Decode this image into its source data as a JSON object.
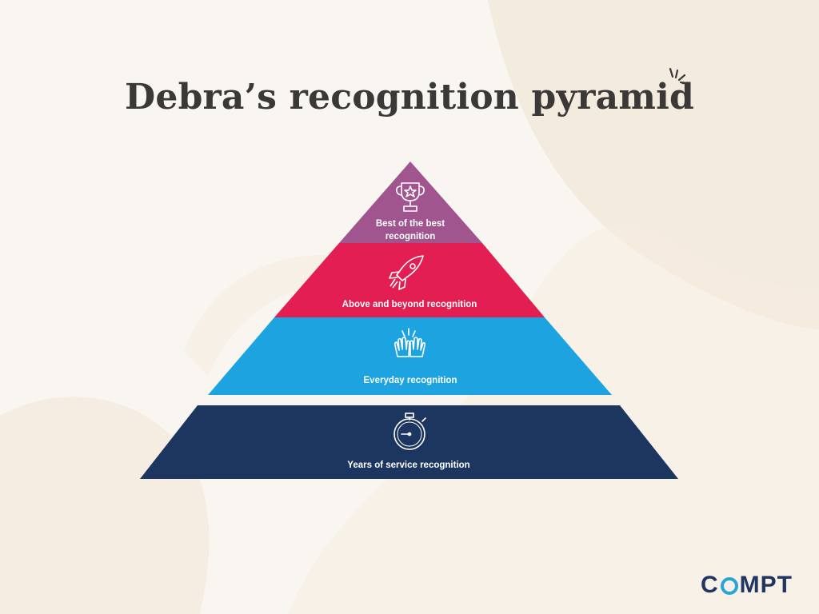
{
  "title": "Debra’s recognition pyramid",
  "tiers": [
    {
      "label_lines": [
        "Best of the best",
        "recognition"
      ],
      "icon": "trophy-icon",
      "color": "#a0558f"
    },
    {
      "label_lines": [
        "Above and beyond recognition"
      ],
      "icon": "rocket-icon",
      "color": "#e31e52"
    },
    {
      "label_lines": [
        "Everyday recognition"
      ],
      "icon": "high-five-icon",
      "color": "#1da4e0"
    },
    {
      "label_lines": [
        "Years of service recognition"
      ],
      "icon": "stopwatch-icon",
      "color": "#1c365f"
    }
  ],
  "logo": {
    "text_before": "C",
    "text_after": "MPT",
    "full_text": "COMPT",
    "color": "#1f3660",
    "accent": "#2aa3d9"
  }
}
